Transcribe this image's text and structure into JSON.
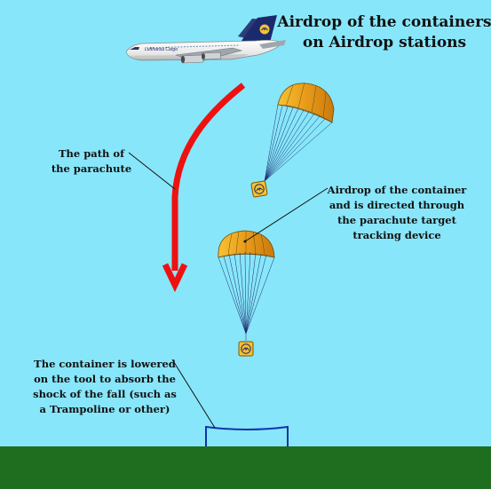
{
  "title": {
    "line1": "Airdrop of the containers",
    "line2": "on Airdrop stations"
  },
  "aircraft": {
    "livery_text": "Lufthansa Cargo"
  },
  "labels": {
    "path": {
      "line1": "The path of",
      "line2": "the parachute"
    },
    "tracking": {
      "line1": "Airdrop of the container",
      "line2": "and is directed through",
      "line3": "the parachute target",
      "line4": "tracking device"
    },
    "landing": {
      "line1": "The container is lowered",
      "line2": "on the tool to absorb the",
      "line3": "shock of the fall (such as",
      "line4": "a Trampoline or other)"
    }
  },
  "colors": {
    "sky": "#88E6FA",
    "ground": "#1F6E1F",
    "path_arrow": "#EE1111",
    "canopy": "#F0A020",
    "container": "#F7C031",
    "trampoline": "#1133AA"
  },
  "icons": {
    "container_emblem": "crane-emblem-icon"
  }
}
